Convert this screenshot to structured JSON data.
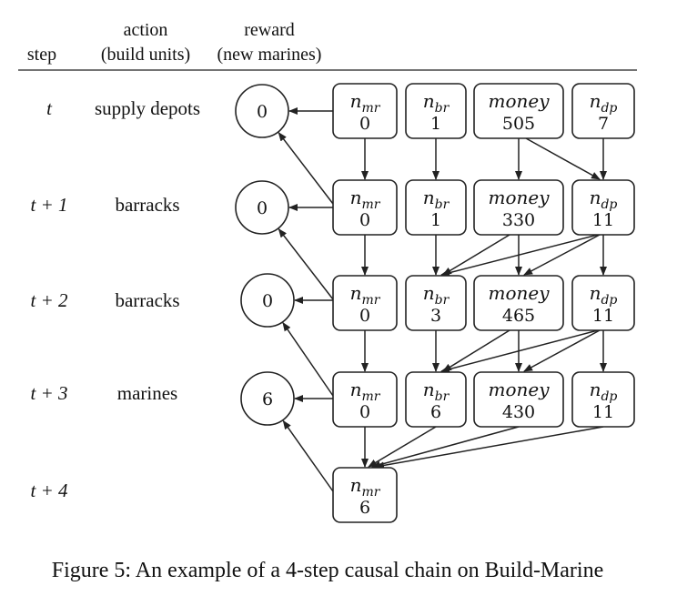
{
  "headers": {
    "step": "step",
    "action_line1": "action",
    "action_line2": "(build units)",
    "reward_line1": "reward",
    "reward_line2": "(new marines)"
  },
  "rows": [
    {
      "step": "t",
      "action": "supply depots",
      "reward": "0",
      "values": {
        "n_mr": "0",
        "n_br": "1",
        "money": "505",
        "n_dp": "7"
      }
    },
    {
      "step": "t + 1",
      "action": "barracks",
      "reward": "0",
      "values": {
        "n_mr": "0",
        "n_br": "1",
        "money": "330",
        "n_dp": "11"
      }
    },
    {
      "step": "t + 2",
      "action": "barracks",
      "reward": "0",
      "values": {
        "n_mr": "0",
        "n_br": "3",
        "money": "465",
        "n_dp": "11"
      }
    },
    {
      "step": "t + 3",
      "action": "marines",
      "reward": "6",
      "values": {
        "n_mr": "0",
        "n_br": "6",
        "money": "430",
        "n_dp": "11"
      }
    },
    {
      "step": "t + 4",
      "action": "",
      "reward": "",
      "values": {
        "n_mr": "6"
      }
    }
  ],
  "variables": {
    "n_mr": {
      "base": "n",
      "sub": "mr"
    },
    "n_br": {
      "base": "n",
      "sub": "br"
    },
    "money": {
      "base": "money",
      "sub": ""
    },
    "n_dp": {
      "base": "n",
      "sub": "dp"
    }
  },
  "caption": "Figure 5: An example of a 4-step causal chain on Build-Marine"
}
